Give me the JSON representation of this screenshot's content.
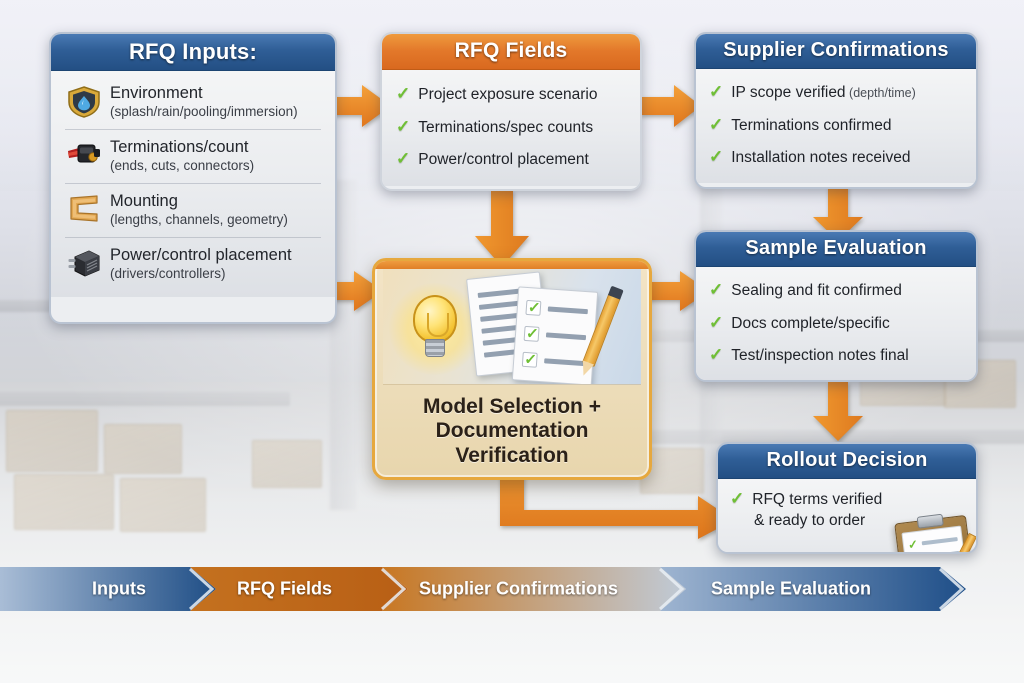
{
  "colors": {
    "blue_header": "#2f5e96",
    "orange_header": "#e3782a",
    "arrow_orange": "#ef8f23",
    "check_green": "#6fbf35",
    "hero_border": "#e6a83e"
  },
  "inputs_panel": {
    "title": "RFQ Inputs:",
    "items": [
      {
        "icon": "shield-water-drop-icon",
        "title": "Environment",
        "title_thin": "",
        "sub": "(splash/rain/pooling/immersion)"
      },
      {
        "icon": "cable-connector-icon",
        "title": "Terminations",
        "title_thin": "/count",
        "sub": "(ends, cuts, connectors)"
      },
      {
        "icon": "mounting-channel-icon",
        "title": "Mounting",
        "title_thin": "",
        "sub": "(lengths, channels, geometry)"
      },
      {
        "icon": "driver-box-icon",
        "title": "Power/control",
        "title_thin": " placement",
        "sub": "(drivers/controllers)"
      }
    ]
  },
  "rfq_fields_panel": {
    "title": "RFQ Fields",
    "items": [
      {
        "text": "Project exposure scenario",
        "small": ""
      },
      {
        "text": "Terminations/spec counts",
        "small": ""
      },
      {
        "text": "Power/control placement",
        "small": ""
      }
    ]
  },
  "supplier_panel": {
    "title": "Supplier Confirmations",
    "items": [
      {
        "text": "IP scope verified",
        "small": " (depth/time)"
      },
      {
        "text": "Terminations confirmed",
        "small": ""
      },
      {
        "text": "Installation notes received",
        "small": ""
      }
    ]
  },
  "sample_panel": {
    "title": "Sample Evaluation",
    "items": [
      {
        "text": "Sealing and fit confirmed",
        "small": ""
      },
      {
        "text": "Docs complete/specific",
        "small": ""
      },
      {
        "text": "Test/inspection notes final",
        "small": ""
      }
    ]
  },
  "rollout_panel": {
    "title": "Rollout Decision",
    "items": [
      {
        "text": "RFQ terms verified",
        "small": ""
      },
      {
        "text": "& ready to order",
        "small": ""
      }
    ]
  },
  "hero": {
    "line1": "Model Selection +",
    "line2": "Documentation",
    "line3": "Verification"
  },
  "process_bar": {
    "steps": [
      {
        "label": "Inputs",
        "color": "blue"
      },
      {
        "label": "RFQ Fields",
        "color": "orange"
      },
      {
        "label": "Supplier Confirmations",
        "color": "orange"
      },
      {
        "label": "Sample Evaluation",
        "color": "blue"
      }
    ]
  }
}
